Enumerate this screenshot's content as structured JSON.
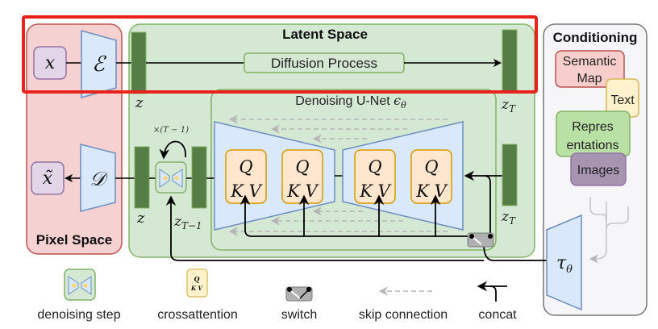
{
  "diagram": {
    "highlight_color": "#e8231b",
    "pixel_space": {
      "label": "Pixel Space",
      "fill": "#f6d1d1",
      "stroke": "#b85450"
    },
    "latent_space": {
      "label": "Latent Space",
      "fill": "#d5e8d4",
      "stroke": "#82b366"
    },
    "conditioning": {
      "label": "Conditioning",
      "fill": "#f6f5f8",
      "stroke": "#777777"
    },
    "unet": {
      "label": "Denoising U-Net ",
      "symbol": "ϵ",
      "subscript": "θ"
    },
    "diffusion_process": {
      "label": "Diffusion Process"
    },
    "nodes": {
      "x": "x",
      "x_tilde": "x̃",
      "encoder": "ℰ",
      "decoder": "𝒟",
      "z_top": "z",
      "zT_top": "z",
      "zT_top_sub": "T",
      "z_bottom": "z",
      "zT_minus_1": "z",
      "zT_minus_1_sub": "T−1",
      "zT_bottom": "z",
      "zT_bottom_sub": "T",
      "loop_label": "×(T − 1)",
      "tau": "τ",
      "tau_sub": "θ"
    },
    "crossattention_blocks": [
      {
        "q": "Q",
        "kv": "K V"
      },
      {
        "q": "Q",
        "kv": "K V"
      },
      {
        "q": "Q",
        "kv": "K V"
      },
      {
        "q": "Q",
        "kv": "K V"
      }
    ],
    "conditioning_items": [
      {
        "label_line1": "Semantic",
        "label_line2": "Map",
        "fill": "#f8cecc",
        "stroke": "#b85450"
      },
      {
        "label_line1": "Text",
        "label_line2": "",
        "fill": "#fff2cc",
        "stroke": "#d6b656"
      },
      {
        "label_line1": "Repres",
        "label_line2": "entations",
        "fill": "#b9e0a5",
        "stroke": "#82b366"
      },
      {
        "label_line1": "Images",
        "label_line2": "",
        "fill": "#a794b1",
        "stroke": "#9673a6"
      }
    ],
    "legend": [
      {
        "icon": "denoising-step-icon",
        "label": "denoising step"
      },
      {
        "icon": "crossattention-icon",
        "label": "crossattention",
        "q": "Q",
        "kv": "K V"
      },
      {
        "icon": "switch-icon",
        "label": "switch"
      },
      {
        "icon": "skip-connection-icon",
        "label": "skip connection"
      },
      {
        "icon": "concat-icon",
        "label": "concat"
      }
    ]
  }
}
